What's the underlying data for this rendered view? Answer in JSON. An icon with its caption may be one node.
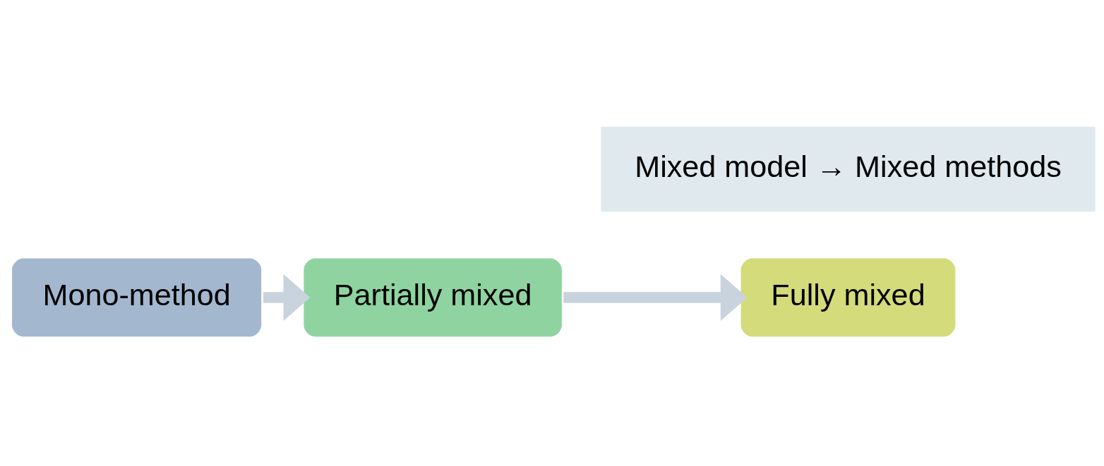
{
  "diagram": {
    "nodes": [
      {
        "text": [
          "Mono-method"
        ]
      },
      {
        "text": [
          "Partially mixed"
        ]
      },
      {
        "text": [
          "Fully mixed"
        ]
      },
      {
        "text": [
          "Mixed model → Mixed methods"
        ]
      }
    ],
    "edges": [
      {
        "from": 0,
        "to": 1,
        "arrow": "to"
      },
      {
        "from": 1,
        "to": 2,
        "arrow": "to"
      }
    ]
  }
}
